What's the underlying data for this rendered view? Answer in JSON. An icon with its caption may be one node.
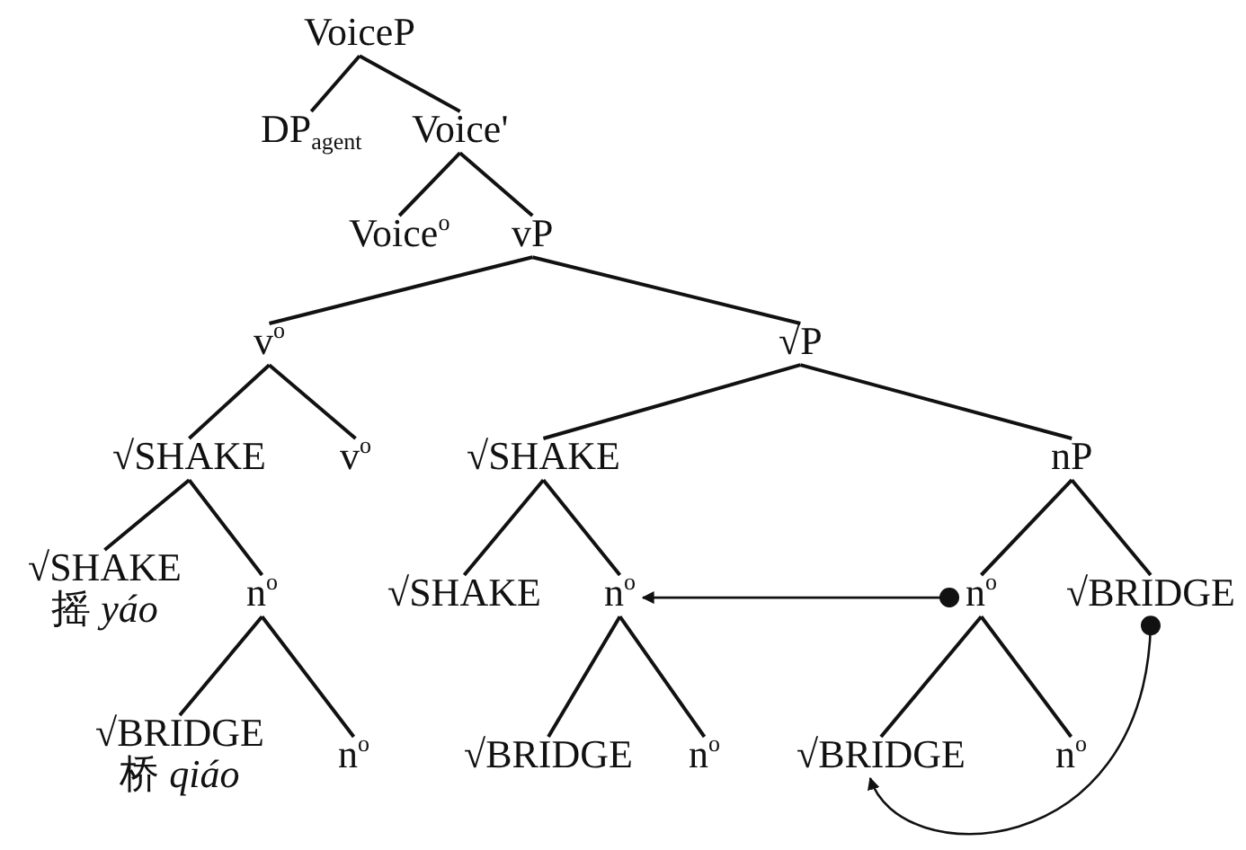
{
  "diagram": {
    "nodes": [
      {
        "text": [
          "VoiceP"
        ]
      },
      {
        "text": [
          "DP$_{agent}$"
        ]
      },
      {
        "text": [
          "Voice'"
        ]
      },
      {
        "text": [
          "Voice$^{o}$"
        ]
      },
      {
        "text": [
          "vP"
        ]
      },
      {
        "text": [
          "v$^{o}$"
        ]
      },
      {
        "text": [
          "√P"
        ]
      },
      {
        "text": [
          "√SHAKE"
        ]
      },
      {
        "text": [
          "v$^{o}$"
        ]
      },
      {
        "text": [
          "√SHAKE"
        ]
      },
      {
        "text": [
          "nP"
        ]
      },
      {
        "text": [
          "√SHAKE",
          "摇 *yáo*"
        ]
      },
      {
        "text": [
          "n$^{o}$"
        ]
      },
      {
        "text": [
          "√SHAKE"
        ]
      },
      {
        "text": [
          "n$^{o}$"
        ]
      },
      {
        "text": [
          "n$^{o}$"
        ]
      },
      {
        "text": [
          "√BRIDGE"
        ]
      },
      {
        "text": [
          "√BRIDGE",
          "桥 *qiáo*"
        ]
      },
      {
        "text": [
          "n$^{o}$"
        ]
      },
      {
        "text": [
          "√BRIDGE"
        ]
      },
      {
        "text": [
          "n$^{o}$"
        ]
      },
      {
        "text": [
          "√BRIDGE"
        ]
      },
      {
        "text": [
          "n$^{o}$"
        ]
      }
    ],
    "edges": [
      {
        "from": 0,
        "to": 1,
        "arrow": "none"
      },
      {
        "from": 0,
        "to": 2,
        "arrow": "none"
      },
      {
        "from": 2,
        "to": 3,
        "arrow": "none"
      },
      {
        "from": 2,
        "to": 4,
        "arrow": "none"
      },
      {
        "from": 4,
        "to": 5,
        "arrow": "none"
      },
      {
        "from": 4,
        "to": 6,
        "arrow": "none"
      },
      {
        "from": 5,
        "to": 7,
        "arrow": "none"
      },
      {
        "from": 5,
        "to": 8,
        "arrow": "none"
      },
      {
        "from": 6,
        "to": 9,
        "arrow": "none"
      },
      {
        "from": 6,
        "to": 10,
        "arrow": "none"
      },
      {
        "from": 7,
        "to": 11,
        "arrow": "none"
      },
      {
        "from": 7,
        "to": 12,
        "arrow": "none"
      },
      {
        "from": 9,
        "to": 13,
        "arrow": "none"
      },
      {
        "from": 9,
        "to": 14,
        "arrow": "none"
      },
      {
        "from": 10,
        "to": 15,
        "arrow": "none"
      },
      {
        "from": 10,
        "to": 16,
        "arrow": "none"
      },
      {
        "from": 12,
        "to": 17,
        "arrow": "none"
      },
      {
        "from": 12,
        "to": 18,
        "arrow": "none"
      },
      {
        "from": 14,
        "to": 19,
        "arrow": "none"
      },
      {
        "from": 14,
        "to": 20,
        "arrow": "none"
      },
      {
        "from": 15,
        "to": 21,
        "arrow": "none"
      },
      {
        "from": 15,
        "to": 22,
        "arrow": "none"
      },
      {
        "from": 15,
        "to": 14,
        "arrow": "to"
      },
      {
        "from": 16,
        "to": 21,
        "arrow": "to"
      }
    ]
  }
}
